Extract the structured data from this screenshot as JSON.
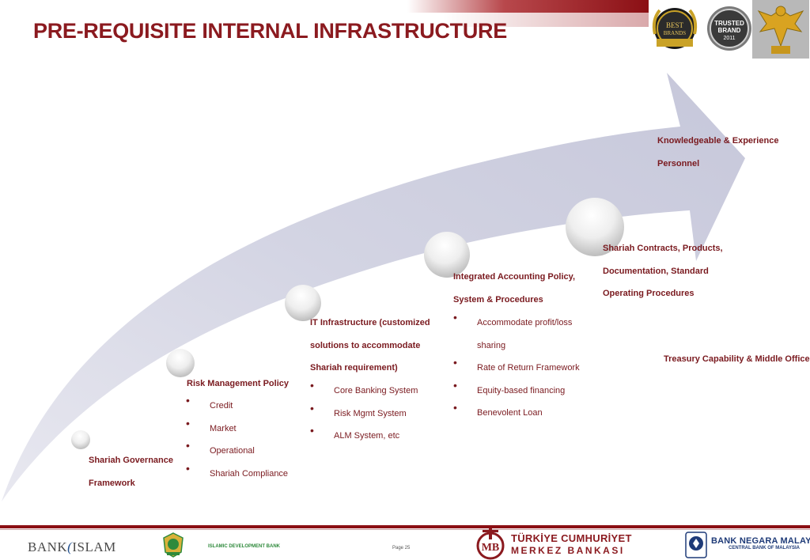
{
  "title": "PRE-REQUISITE INTERNAL INFRASTRUCTURE",
  "steps": {
    "s1": {
      "lines": [
        "Shariah Governance",
        "Framework"
      ]
    },
    "s2": {
      "lines": [
        "Risk Management Policy"
      ],
      "bullets": [
        "Credit",
        "Market",
        "Operational",
        "Shariah Compliance"
      ]
    },
    "s3": {
      "lines": [
        "IT Infrastructure (customized",
        "solutions to accommodate",
        "Shariah requirement)"
      ],
      "bullets": [
        "Core Banking System",
        "Risk Mgmt System",
        "ALM System, etc"
      ]
    },
    "s4": {
      "lines": [
        "Integrated Accounting Policy,",
        "System & Procedures"
      ],
      "bullets": [
        "Accommodate profit/loss",
        "sharing",
        "Rate of Return Framework",
        "Equity-based financing",
        "Benevolent Loan"
      ]
    },
    "s5": {
      "lines": [
        "Shariah Contracts, Products,",
        "Documentation, Standard",
        "Operating Procedures"
      ]
    },
    "s6": {
      "lines": [
        "Knowledgeable & Experience",
        "Personnel"
      ]
    },
    "s7": {
      "lines": [
        "Treasury Capability  & Middle Office"
      ]
    }
  },
  "badges": {
    "best_brands": {
      "lines": [
        "BEST",
        "BRANDS"
      ]
    },
    "trusted": {
      "lines": [
        "TRUSTED",
        "BRAND",
        "2011"
      ]
    }
  },
  "footer": {
    "bank_islam_a": "BANK",
    "bank_islam_b": "ISLAM",
    "idb": "ISLAMIC DEVELOPMENT BANK",
    "page": "Page 25",
    "tcmb_line1": "TÜRKİYE CUMHURİYET",
    "tcmb_line2": "MERKEZ BANKASI",
    "bnm_line1": "BANK NEGARA MALAYSIA",
    "bnm_line2": "CENTRAL BANK OF MALAYSIA"
  },
  "colors": {
    "accent": "#8b1a1f",
    "arrow": "#d4d5e3",
    "text": "#7a1a1f"
  }
}
